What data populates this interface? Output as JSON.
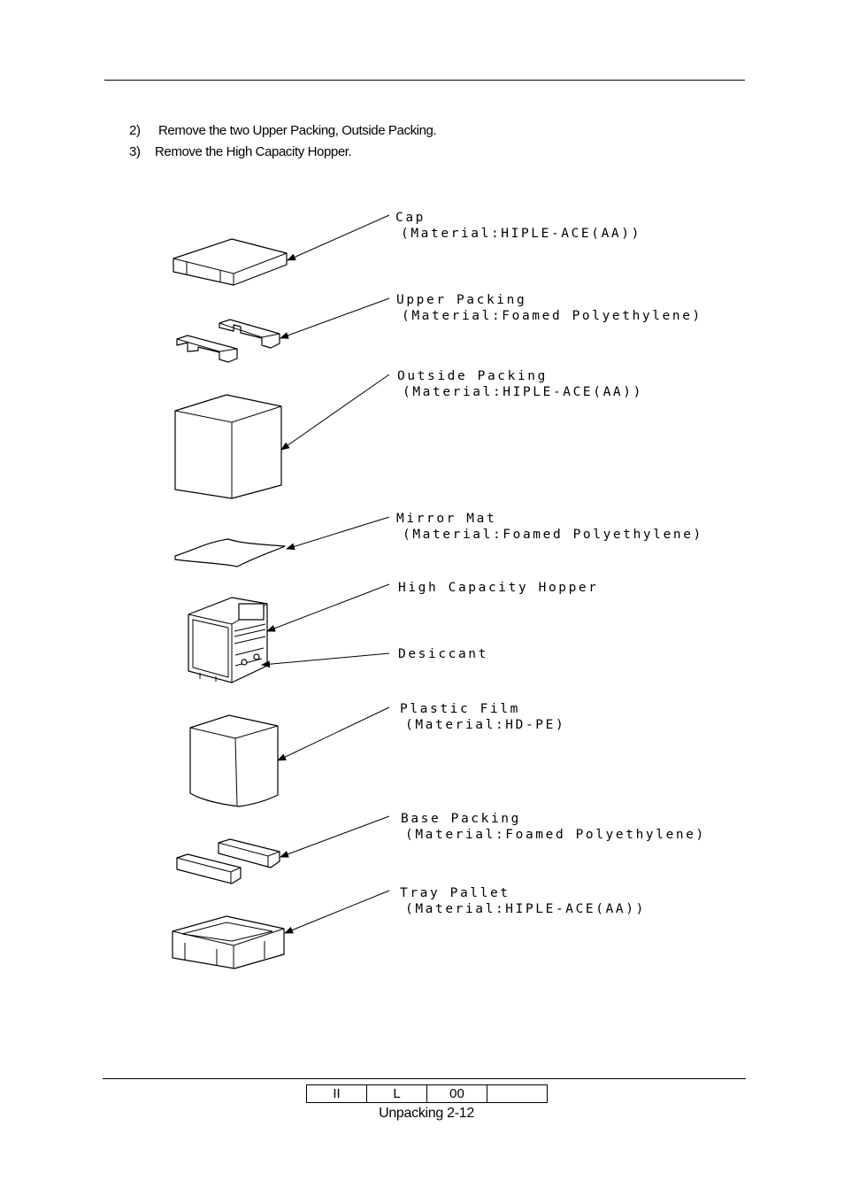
{
  "steps": [
    {
      "number": "2)",
      "text": "Remove the two Upper Packing, Outside Packing."
    },
    {
      "number": "3)",
      "text": "Remove the High Capacity Hopper."
    }
  ],
  "parts": [
    {
      "name": "Cap",
      "material": "(Material:HIPLE-ACE(AA))"
    },
    {
      "name": "Upper Packing",
      "material": "(Material:Foamed Polyethylene)"
    },
    {
      "name": "Outside Packing",
      "material": "(Material:HIPLE-ACE(AA))"
    },
    {
      "name": "Mirror Mat",
      "material": "(Material:Foamed Polyethylene)"
    },
    {
      "name": "High Capacity Hopper"
    },
    {
      "name": "Desiccant"
    },
    {
      "name": "Plastic Film",
      "material": "(Material:HD-PE)"
    },
    {
      "name": "Base Packing",
      "material": "(Material:Foamed Polyethylene)"
    },
    {
      "name": "Tray Pallet",
      "material": "(Material:HIPLE-ACE(AA))"
    }
  ],
  "footer": {
    "cells": [
      "II",
      "L",
      "00",
      ""
    ],
    "page_label": "Unpacking 2-12"
  }
}
